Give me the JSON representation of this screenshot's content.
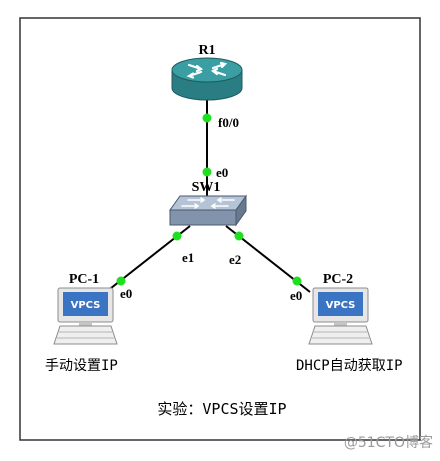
{
  "nodes": {
    "r1": {
      "label": "R1",
      "icon": "router-icon"
    },
    "sw1": {
      "label": "SW1",
      "icon": "switch-icon"
    },
    "pc1": {
      "label": "PC-1",
      "icon": "vpcs-pc-icon",
      "screen": "VPCS",
      "caption": "手动设置IP"
    },
    "pc2": {
      "label": "PC-2",
      "icon": "vpcs-pc-icon",
      "screen": "VPCS",
      "caption": "DHCP自动获取IP"
    }
  },
  "links": {
    "r1_sw1": {
      "a_port": "f0/0",
      "b_port": "e0"
    },
    "sw1_pc1": {
      "a_port": "e1",
      "b_port": "e0"
    },
    "sw1_pc2": {
      "a_port": "e2",
      "b_port": "e0"
    }
  },
  "title": "实验：VPCS设置IP",
  "watermark": "@51CTO博客",
  "colors": {
    "border": "#333333",
    "link": "#000000",
    "port_dot": "#1fe01f",
    "router_top": "#3a9ea3",
    "router_body": "#2a7d82",
    "switch_top": "#b4c3d5",
    "switch_front": "#8194ac",
    "switch_side": "#66798f",
    "pc_screen": "#3b74c2",
    "watermark": "#9a9a9a"
  }
}
